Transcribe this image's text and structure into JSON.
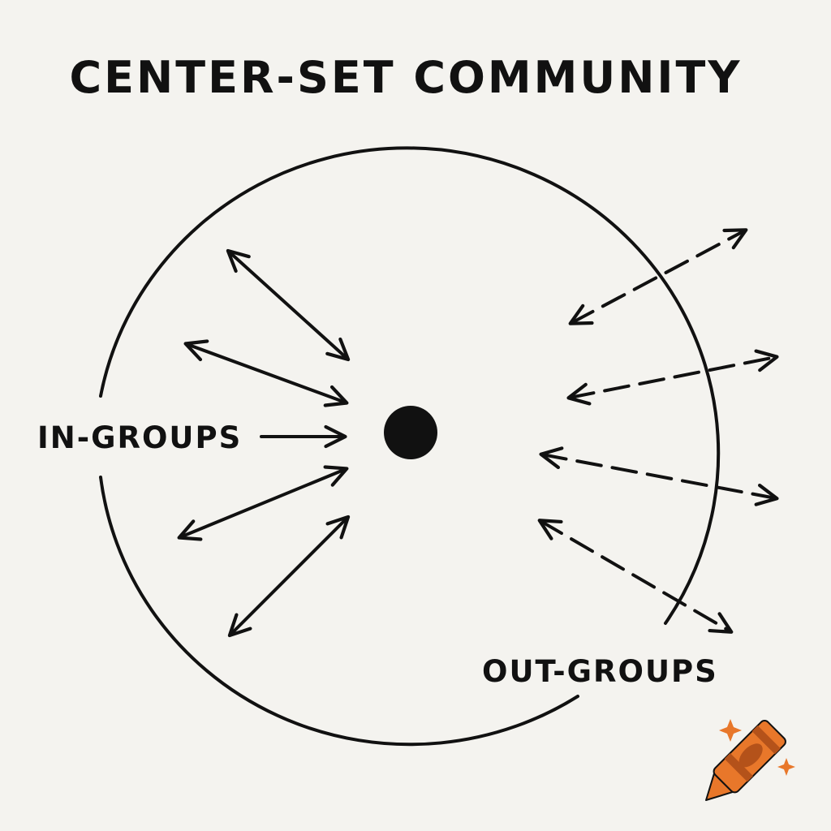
{
  "title": "CENTER-SET COMMUNITY",
  "labels": {
    "in_groups": "IN-GROUPS",
    "out_groups": "OUT-GROUPS"
  },
  "colors": {
    "background": "#f4f3ef",
    "ink": "#111111",
    "crayon_body": "#e8772a",
    "crayon_dark": "#b4521a",
    "sparkle": "#e8772a"
  },
  "icons": {
    "center_dot": "filled-circle",
    "badge": "crayon-icon"
  }
}
